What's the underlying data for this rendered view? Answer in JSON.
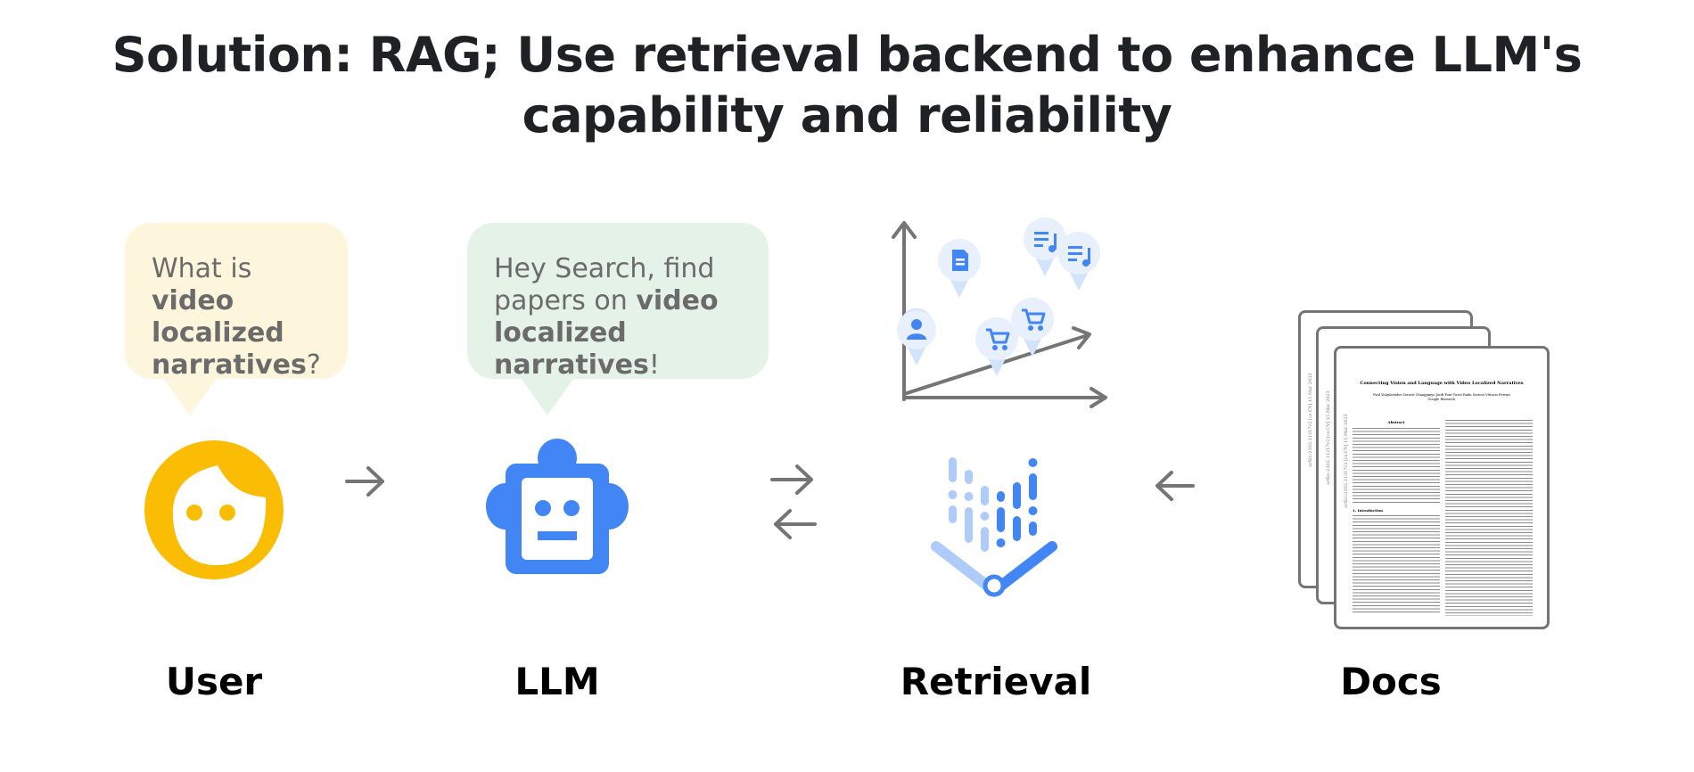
{
  "title": {
    "line1": "Solution: RAG; Use retrieval backend to enhance LLM's",
    "line2": "capability and reliability"
  },
  "user_bubble": {
    "t1": "What is ",
    "b1": "video",
    "b2": "localized",
    "b3": "narratives",
    "t2": "?"
  },
  "llm_bubble": {
    "t1": "Hey Search, find",
    "t2": "papers on ",
    "b1": "video",
    "b2": "localized narratives",
    "t3": "!"
  },
  "labels": {
    "user": "User",
    "llm": "LLM",
    "retrieval": "Retrieval",
    "docs": "Docs"
  },
  "paper": {
    "title": "Connecting Vision and Language with Video Localized Narratives",
    "authors_line1": "Paul Voigtlaender   Soravit Changpinyo   Jordi Pont-Tuset   Radu Soricut   Vittorio Ferrari",
    "authors_line2": "Google Research",
    "abstract_heading": "Abstract",
    "intro_heading": "1. Introduction",
    "arxiv_id": "arXiv:2302.11217v2  [cs.CV]  15 Mar 2023"
  },
  "colors": {
    "user_face": "#fbbc04",
    "robot": "#4285f4",
    "user_bubble": "#fdf5dc",
    "llm_bubble": "#e5f2e7",
    "arrow": "#757575",
    "retrieval_light": "#aecbfa",
    "retrieval_dark": "#4285f4"
  },
  "icons": [
    "user-face-icon",
    "robot-icon",
    "retrieval-icon",
    "document-stack-icon",
    "scatter-plot-icon"
  ]
}
